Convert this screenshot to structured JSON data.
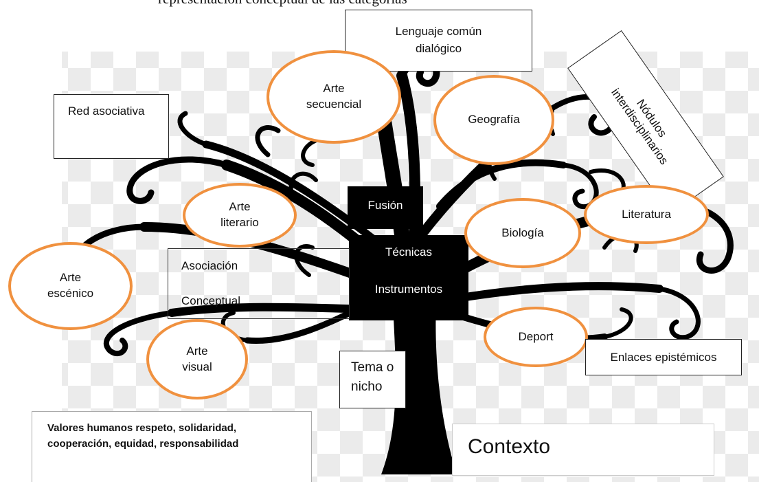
{
  "header": {
    "caption": "representación conceptual de las categorías"
  },
  "nodes": {
    "lenguaje": "Lenguaje común dialógico",
    "nodulos": "Nódulos interdisciplinarios",
    "red_asociativa": "Red asociativa",
    "arte_secuencial": "Arte secuencial",
    "geografia": "Geografía",
    "fusion": "Fusión",
    "tecnicas": "Técnicas",
    "instrumentos": "Instrumentos",
    "arte_literario": "Arte literario",
    "biologia": "Biología",
    "literatura": "Literatura",
    "asociacion": "Asociación",
    "conceptual": "Conceptual",
    "arte_escenico": "Arte escénico",
    "arte_visual": "Arte visual",
    "deport": "Deport",
    "enlaces": "Enlaces epistémicos",
    "tema_nicho": "Tema o nicho",
    "valores": "Valores humanos respeto, solidaridad, cooperación, equidad, responsabilidad",
    "contexto": "Contexto"
  },
  "colors": {
    "ellipse_border": "#f0913f",
    "tree": "#000000",
    "checker": "#e6e6e6"
  }
}
